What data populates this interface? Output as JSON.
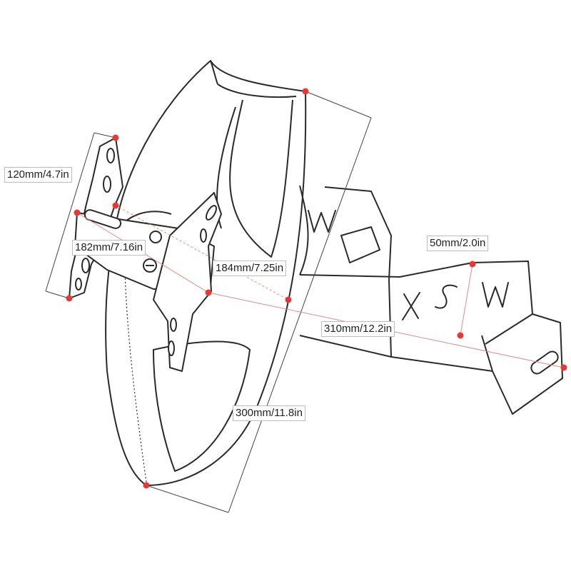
{
  "colors": {
    "outline": "#2a2a2a",
    "dimension_line": "#444444",
    "measure_line": "#e48a8a",
    "marker": "#e53935",
    "label_border": "#bdbdbd"
  },
  "dimensions": [
    {
      "id": "width",
      "label": "120mm/4.7in"
    },
    {
      "id": "hole-spacing",
      "label": "182mm/7.16in"
    },
    {
      "id": "bracket-span",
      "label": "184mm/7.25in"
    },
    {
      "id": "arm-width",
      "label": "50mm/2.0in"
    },
    {
      "id": "overall-length",
      "label": "310mm/12.2in"
    },
    {
      "id": "height",
      "label": "300mm/11.8in"
    }
  ],
  "embossed_letters": [
    "W",
    "S",
    "X",
    "W"
  ]
}
